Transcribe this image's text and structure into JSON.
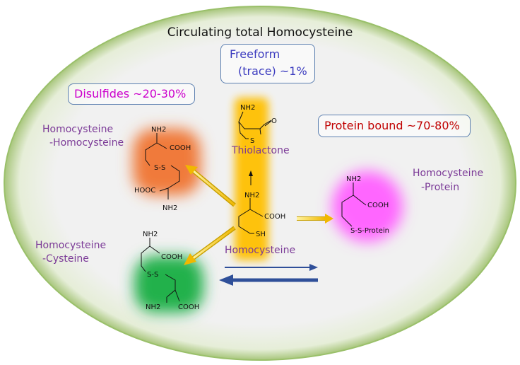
{
  "title": "Circulating total Homocysteine",
  "freeform": {
    "line1": "Freeform",
    "line2": "(trace) ~1%"
  },
  "disulfides": "Disulfides ~20-30%",
  "protein_bound": "Protein bound ~70-80%",
  "labels": {
    "hcy_hcy_1": "Homocysteine",
    "hcy_hcy_2": "-Homocysteine",
    "hcy_cys_1": "Homocysteine",
    "hcy_cys_2": "-Cysteine",
    "hcy_prot_1": "Homocysteine",
    "hcy_prot_2": "-Protein",
    "thiolactone": "Thiolactone",
    "homocysteine": "Homocysteine"
  },
  "chem": {
    "nh2": "NH2",
    "cooh": "COOH",
    "hoocc": "HOOC",
    "ss": "S-S",
    "sh": "SH",
    "s": "S",
    "o": "O",
    "ss_protein": "S-S-Protein"
  },
  "colors": {
    "freeform": "#3b3bbf",
    "disulfides": "#cc00cc",
    "protein_bound": "#c00000",
    "label_purple": "#7b3a97",
    "yellow_band": "#ffc000",
    "orange_blob": "#f07a3a",
    "green_blob": "#22b14c",
    "pink_blob": "#ff66ff",
    "blue_arrow": "#2f4f99"
  }
}
